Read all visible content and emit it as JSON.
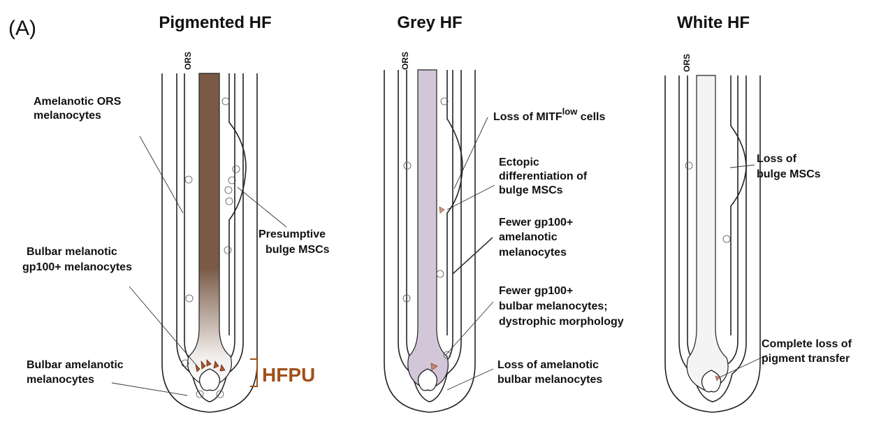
{
  "panel_letter": "(A)",
  "columns": [
    {
      "title": "Pigmented HF",
      "ors_label": "ORS",
      "shaft_color": "#7a5a47",
      "labels": {
        "amelanotic_ors": [
          "Amelanotic ORS",
          "melanocytes"
        ],
        "presumptive_bulge": [
          "Presumptive",
          "bulge MSCs"
        ],
        "bulbar_melanotic": [
          "Bulbar melanotic",
          "gp100+ melanocytes"
        ],
        "bulbar_amelanotic": [
          "Bulbar amelanotic",
          "melanocytes"
        ]
      },
      "hfpu_label": "HFPU",
      "hfpu_color": "#a0501a"
    },
    {
      "title": "Grey HF",
      "ors_label": "ORS",
      "shaft_color": "#d2c6d8",
      "labels": {
        "loss_mitf_prefix": "Loss of MITF",
        "loss_mitf_sup": "low",
        "loss_mitf_suffix": " cells",
        "ectopic": [
          "Ectopic",
          "differentiation of",
          "bulge MSCs"
        ],
        "fewer_amelanotic": [
          "Fewer gp100+",
          "amelanotic",
          "melanocytes"
        ],
        "fewer_bulbar": [
          "Fewer gp100+",
          "bulbar melanocytes;",
          "dystrophic morphology"
        ],
        "loss_amelanotic_bulbar": [
          "Loss of amelanotic",
          "bulbar melanocytes"
        ]
      }
    },
    {
      "title": "White HF",
      "ors_label": "ORS",
      "shaft_color": "#f4f4f4",
      "labels": {
        "loss_bulge": [
          "Loss of",
          "bulge MSCs"
        ],
        "complete_loss": [
          "Complete loss of",
          "pigment transfer"
        ]
      }
    }
  ]
}
